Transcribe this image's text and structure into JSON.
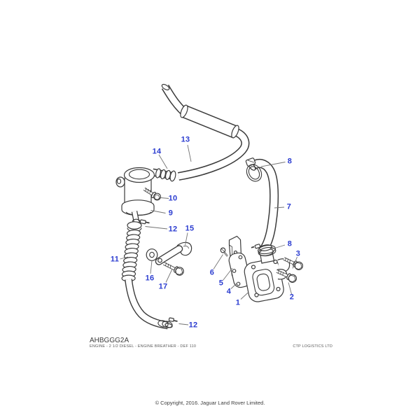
{
  "diagram": {
    "description_colors": {
      "callout_blue": "#2b3cd0",
      "art_line": "#3b3b3b",
      "leader_gray": "#737373"
    },
    "callouts": [
      {
        "n": "14"
      },
      {
        "n": "13"
      },
      {
        "n": "8"
      },
      {
        "n": "10"
      },
      {
        "n": "9"
      },
      {
        "n": "7"
      },
      {
        "n": "12"
      },
      {
        "n": "15"
      },
      {
        "n": "8"
      },
      {
        "n": "3"
      },
      {
        "n": "11"
      },
      {
        "n": "6"
      },
      {
        "n": "16"
      },
      {
        "n": "5"
      },
      {
        "n": "17"
      },
      {
        "n": "4"
      },
      {
        "n": "2"
      },
      {
        "n": "1"
      },
      {
        "n": "12"
      }
    ]
  },
  "footer": {
    "drawing_code": "AHBGGG2A",
    "drawing_title": "ENGINE - 2 1/2 DIESEL - ENGINE BREATHER - DEF 110",
    "logistics": "CTP LOGISTICS LTD",
    "copyright": "© Copyright, 2016. Jaguar Land Rover Limited."
  }
}
